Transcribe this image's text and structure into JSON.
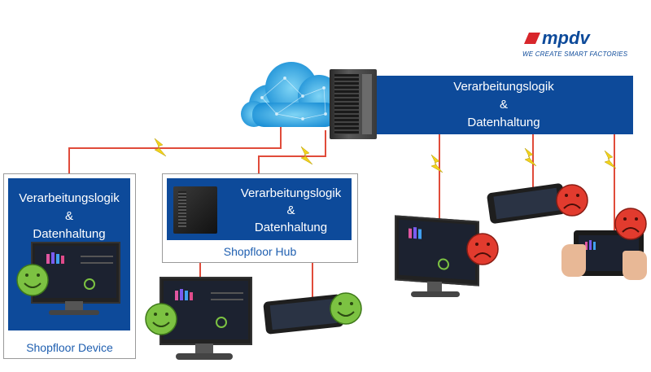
{
  "logo": {
    "brand": "mpdv",
    "tagline": "WE CREATE SMART FACTORIES"
  },
  "central": {
    "line1": "Verarbeitungslogik",
    "line2": "&",
    "line3": "Datenhaltung"
  },
  "hub": {
    "line1": "Verarbeitungslogik",
    "line2": "&",
    "line3": "Datenhaltung",
    "caption": "Shopfloor Hub"
  },
  "device": {
    "line1": "Verarbeitungslogik",
    "line2": "&",
    "line3": "Datenhaltung",
    "caption": "Shopfloor Device"
  },
  "colors": {
    "blue": "#0d4a9a",
    "line": "#e04b3a",
    "lightning": "#f2d21c",
    "happy": "#7cc242",
    "sad": "#e23b2e"
  }
}
